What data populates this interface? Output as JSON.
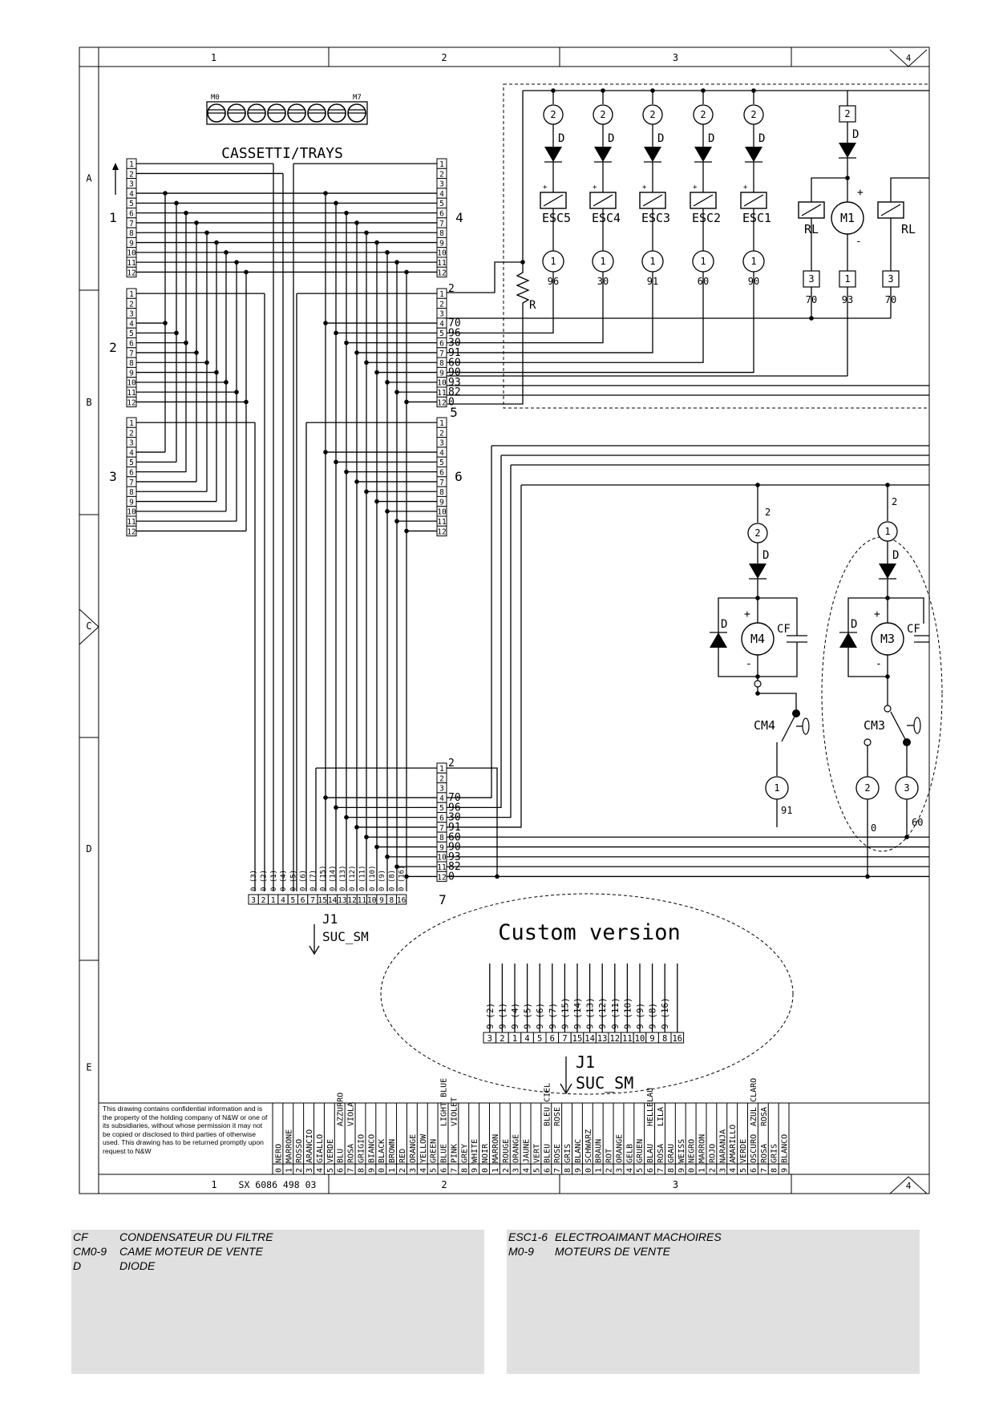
{
  "frame": {
    "columns": [
      "1",
      "2",
      "3",
      "4"
    ],
    "rows": [
      "A",
      "B",
      "C",
      "D",
      "E"
    ],
    "drawing_number": "SX 6086 498 03",
    "bottom_first_column": "1"
  },
  "trays": {
    "title": "CASSETTI/TRAYS",
    "motor_first": "M0",
    "motor_last": "M7",
    "connector_labels": [
      "1",
      "2",
      "3",
      "4",
      "5",
      "6",
      "7"
    ],
    "pins": [
      "1",
      "2",
      "3",
      "4",
      "5",
      "6",
      "7",
      "8",
      "9",
      "10",
      "11",
      "12"
    ]
  },
  "signals": {
    "connector5": [
      "2",
      "70",
      "96",
      "30",
      "91",
      "60",
      "90",
      "93",
      "82",
      "0"
    ],
    "connector7": [
      "2",
      "70",
      "96",
      "30",
      "91",
      "60",
      "90",
      "93",
      "82",
      "0"
    ]
  },
  "esc": {
    "diode_top_pin": "2",
    "diode_label": "D",
    "coils": [
      "ESC5",
      "ESC4",
      "ESC3",
      "ESC2",
      "ESC1"
    ],
    "bottom_pin": "1",
    "wires": [
      "96",
      "30",
      "91",
      "60",
      "90"
    ],
    "resistor_label": "R"
  },
  "m1": {
    "label": "M1",
    "relay_label": "RL",
    "top_pin": "2",
    "plus": "+",
    "minus": "-",
    "pins": [
      {
        "num": "3",
        "wire": "70"
      },
      {
        "num": "1",
        "wire": "93"
      },
      {
        "num": "3",
        "wire": "70"
      }
    ]
  },
  "m4": {
    "label": "M4",
    "cam": "CM4",
    "cf": "CF",
    "diode": "D",
    "top_pin": "2",
    "top_wire": "2",
    "bottom_pin": "1",
    "bottom_wire": "91"
  },
  "m3": {
    "label": "M3",
    "cam": "CM3",
    "cf": "CF",
    "diode": "D",
    "top_pin": "1",
    "top_wire": "2",
    "pin_left": "2",
    "pin_right": "3",
    "wire_left": "0",
    "wire_right": "60"
  },
  "j1": {
    "label": "J1",
    "sub": "SUC_SM",
    "wire_labels": [
      "0 (3)",
      "0 (2)",
      "0 (1)",
      "0 (4)",
      "0 (5)",
      "0 (6)",
      "0 (7)",
      "0 (15)",
      "0 (14)",
      "0 (13)",
      "0 (12)",
      "0 (11)",
      "0 (10)",
      "0 (9)",
      "0 (8)",
      "0 (16)"
    ],
    "pins": [
      "3",
      "2",
      "1",
      "4",
      "5",
      "6",
      "7",
      "15",
      "14",
      "13",
      "12",
      "11",
      "10",
      "9",
      "8",
      "16"
    ]
  },
  "custom": {
    "title": "Custom version",
    "wire_labels": [
      "9 (2)",
      "9 (1)",
      "9 (4)",
      "9 (5)",
      "9 (6)",
      "9 (7)",
      "9 (15)",
      "9 (14)",
      "9 (13)",
      "9 (12)",
      "9 (11)",
      "9 (10)",
      "9 (9)",
      "9 (8)",
      "9 (16)"
    ],
    "pins": [
      "3",
      "2",
      "1",
      "4",
      "5",
      "6",
      "7",
      "15",
      "14",
      "13",
      "12",
      "11",
      "10",
      "9",
      "8",
      "16"
    ],
    "label": "J1",
    "sub": "SUC_SM"
  },
  "confidential": "This drawing contains confidential information and is the property of the holding company of N&W or one of its subsidiaries, without whose permission it may not be copied or disclosed to third parties of otherwise used. This drawing has to be returned promptly upon request to N&W",
  "color_table": [
    {
      "num": "0",
      "names": [
        "NERO"
      ]
    },
    {
      "num": "1",
      "names": [
        "MARRONE"
      ]
    },
    {
      "num": "2",
      "names": [
        "ROSSO"
      ]
    },
    {
      "num": "3",
      "names": [
        "ARANCIO"
      ]
    },
    {
      "num": "4",
      "names": [
        "GIALLO"
      ]
    },
    {
      "num": "5",
      "names": [
        "VERDE"
      ]
    },
    {
      "num": "6",
      "names": [
        "BLU",
        "AZZURRO"
      ]
    },
    {
      "num": "7",
      "names": [
        "ROSA",
        "VIOLA"
      ]
    },
    {
      "num": "8",
      "names": [
        "GRIGIO"
      ]
    },
    {
      "num": "9",
      "names": [
        "BIANCO"
      ]
    },
    {
      "num": "0",
      "names": [
        "BLACK"
      ]
    },
    {
      "num": "1",
      "names": [
        "BROWN"
      ]
    },
    {
      "num": "2",
      "names": [
        "RED"
      ]
    },
    {
      "num": "3",
      "names": [
        "ORANGE"
      ]
    },
    {
      "num": "4",
      "names": [
        "YELLOW"
      ]
    },
    {
      "num": "5",
      "names": [
        "GREEN"
      ]
    },
    {
      "num": "6",
      "names": [
        "BLUE",
        "LIGHT BLUE"
      ]
    },
    {
      "num": "7",
      "names": [
        "PINK",
        "VIOLET"
      ]
    },
    {
      "num": "8",
      "names": [
        "GREY"
      ]
    },
    {
      "num": "9",
      "names": [
        "WHITE"
      ]
    },
    {
      "num": "0",
      "names": [
        "NOIR"
      ]
    },
    {
      "num": "1",
      "names": [
        "MARRON"
      ]
    },
    {
      "num": "2",
      "names": [
        "ROUGE"
      ]
    },
    {
      "num": "3",
      "names": [
        "ORANGE"
      ]
    },
    {
      "num": "4",
      "names": [
        "JAUNE"
      ]
    },
    {
      "num": "5",
      "names": [
        "VERT"
      ]
    },
    {
      "num": "6",
      "names": [
        "BLEU",
        "BLEU CIEL"
      ]
    },
    {
      "num": "7",
      "names": [
        "ROSE",
        "ROSE"
      ]
    },
    {
      "num": "8",
      "names": [
        "GRIS"
      ]
    },
    {
      "num": "9",
      "names": [
        "BLANC"
      ]
    },
    {
      "num": "0",
      "names": [
        "SCHWARZ"
      ]
    },
    {
      "num": "1",
      "names": [
        "BRAUN"
      ]
    },
    {
      "num": "2",
      "names": [
        "ROT"
      ]
    },
    {
      "num": "3",
      "names": [
        "ORANGE"
      ]
    },
    {
      "num": "4",
      "names": [
        "GELB"
      ]
    },
    {
      "num": "5",
      "names": [
        "GRUEN"
      ]
    },
    {
      "num": "6",
      "names": [
        "BLAU",
        "HELLBLAU"
      ]
    },
    {
      "num": "7",
      "names": [
        "ROSA",
        "LILA"
      ]
    },
    {
      "num": "8",
      "names": [
        "GRAU"
      ]
    },
    {
      "num": "9",
      "names": [
        "WEISS"
      ]
    },
    {
      "num": "0",
      "names": [
        "NEGRO"
      ]
    },
    {
      "num": "1",
      "names": [
        "MARRON"
      ]
    },
    {
      "num": "2",
      "names": [
        "ROJO"
      ]
    },
    {
      "num": "3",
      "names": [
        "NARANJA"
      ]
    },
    {
      "num": "4",
      "names": [
        "AMARILLO"
      ]
    },
    {
      "num": "5",
      "names": [
        "VERDE"
      ]
    },
    {
      "num": "6",
      "names": [
        "OSCURO",
        "AZUL CLARO"
      ]
    },
    {
      "num": "7",
      "names": [
        "ROSA",
        "ROSA"
      ]
    },
    {
      "num": "8",
      "names": [
        "GRIS"
      ]
    },
    {
      "num": "9",
      "names": [
        "BLANCO"
      ]
    }
  ],
  "legend_left": [
    {
      "code": "CF",
      "desc": "CONDENSATEUR DU FILTRE"
    },
    {
      "code": "CM0-9",
      "desc": "CAME MOTEUR DE VENTE"
    },
    {
      "code": "D",
      "desc": "DIODE"
    }
  ],
  "legend_right": [
    {
      "code": "ESC1-6",
      "desc": "ELECTROAIMANT MACHOIRES"
    },
    {
      "code": "M0-9",
      "desc": "MOTEURS DE VENTE"
    }
  ]
}
